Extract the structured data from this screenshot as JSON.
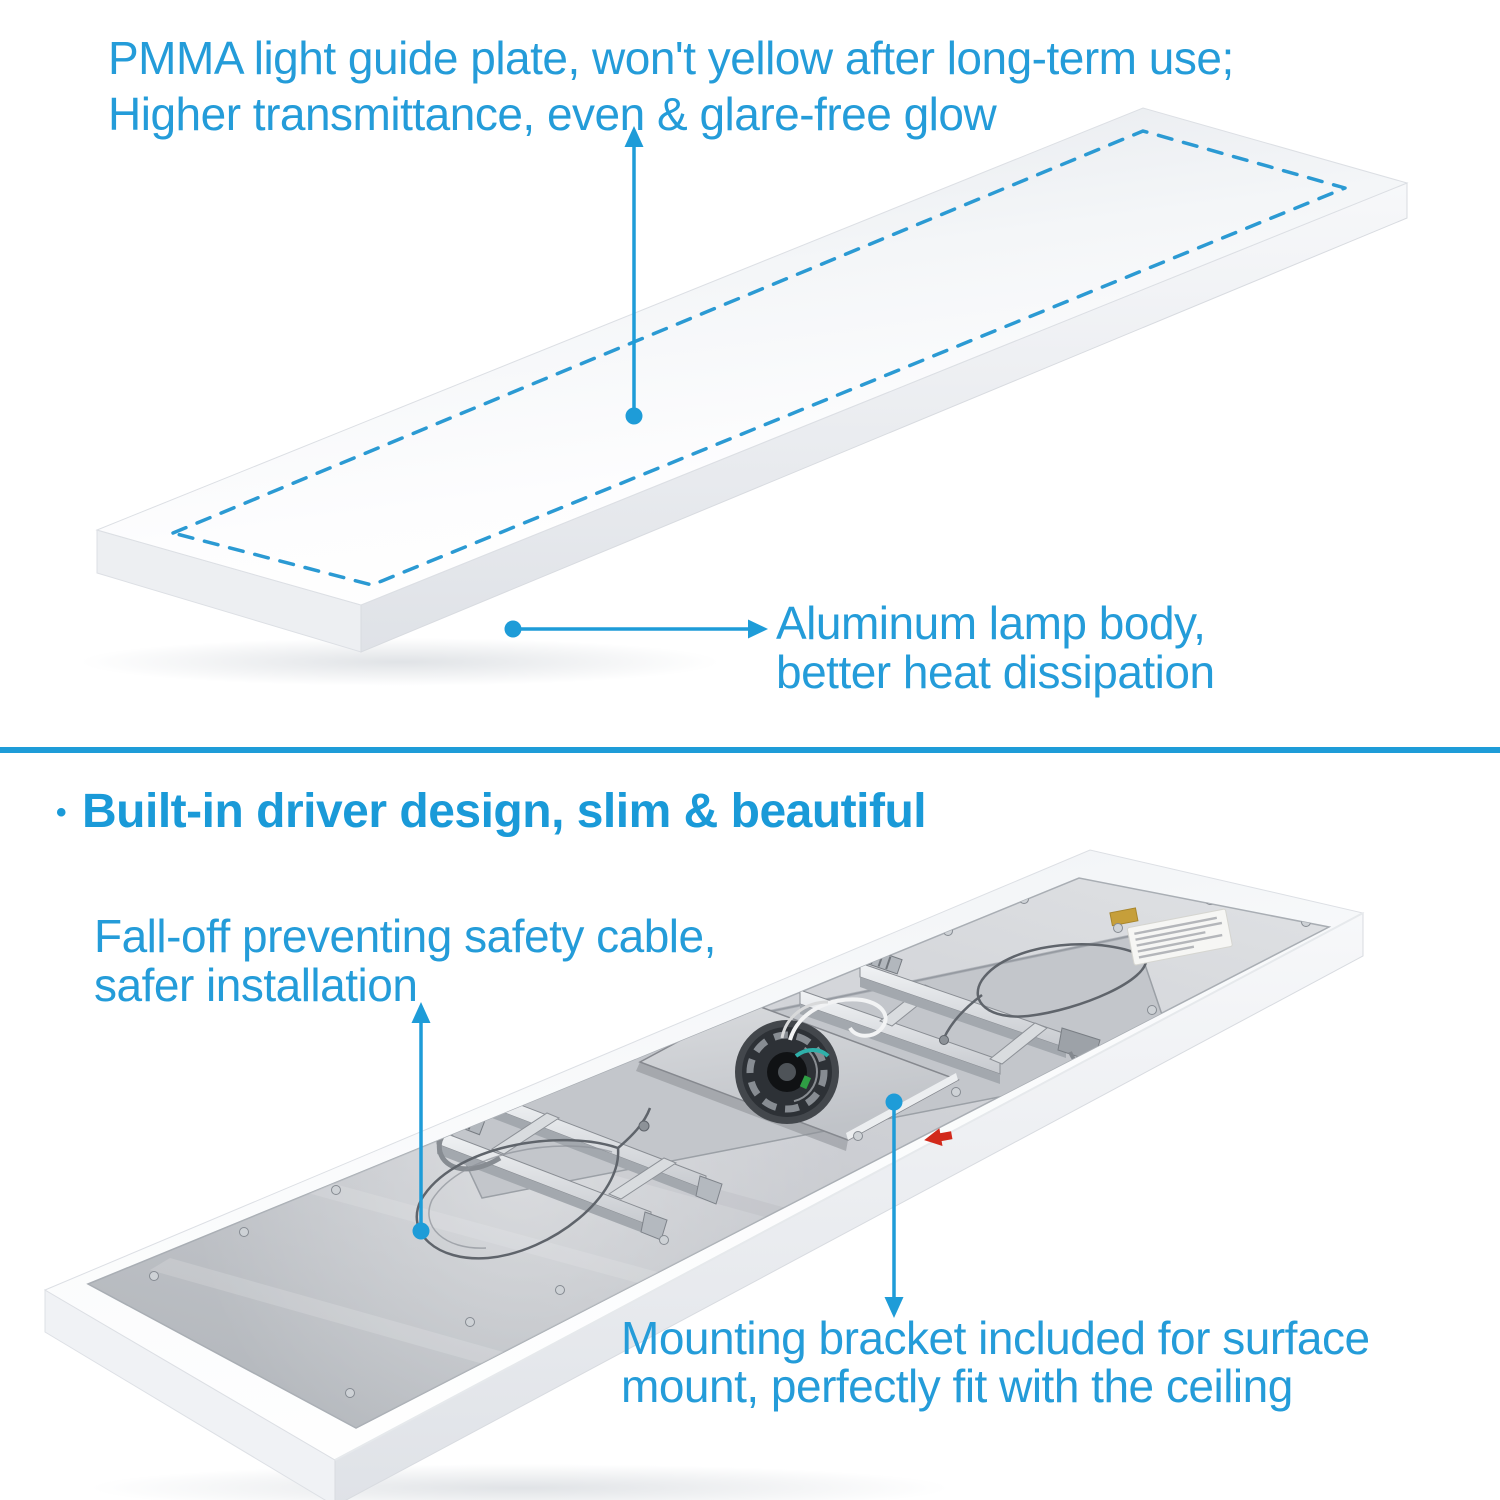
{
  "image_type": "led-panel-product-infographic",
  "colors": {
    "background": "#ffffff",
    "annotation_blue": "#249cd9",
    "heading_blue": "#1a9ad8",
    "callout_blue": "#1e9cd8",
    "dashed_border_blue": "#2b9ad3",
    "divider_blue": "#1e9cd8",
    "red_arrow": "#d2291b",
    "panel_white": "#fbfcfd",
    "metal_gray": "#c9ccd1"
  },
  "icons": {
    "pmma_callout": "arrow-up-from-dot",
    "aluminum_callout": "arrow-right-from-dot",
    "cable_callout": "arrow-up-from-dot",
    "bracket_callout": "arrow-down-from-dot",
    "rim_direction": "arrow-left"
  },
  "top_section": {
    "pmma_note": {
      "line1": "PMMA light guide plate, won't yellow after long-term use;",
      "line2": "Higher transmittance, even & glare-free glow"
    },
    "aluminum_note": {
      "line1": "Aluminum lamp body,",
      "line2": "better heat dissipation"
    },
    "illustration": "led-panel-front-face-with-dashed-light-area"
  },
  "bottom_section": {
    "heading": {
      "bullet": "•",
      "text": "Built-in driver design, slim & beautiful"
    },
    "cable_note": {
      "line1": "Fall-off preventing safety cable,",
      "line2": "safer installation"
    },
    "bracket_note": {
      "line1": "Mounting bracket included for surface",
      "line2": "mount, perfectly fit with the ceiling"
    },
    "illustration": "led-panel-back-with-driver-brackets-and-safety-cables"
  }
}
